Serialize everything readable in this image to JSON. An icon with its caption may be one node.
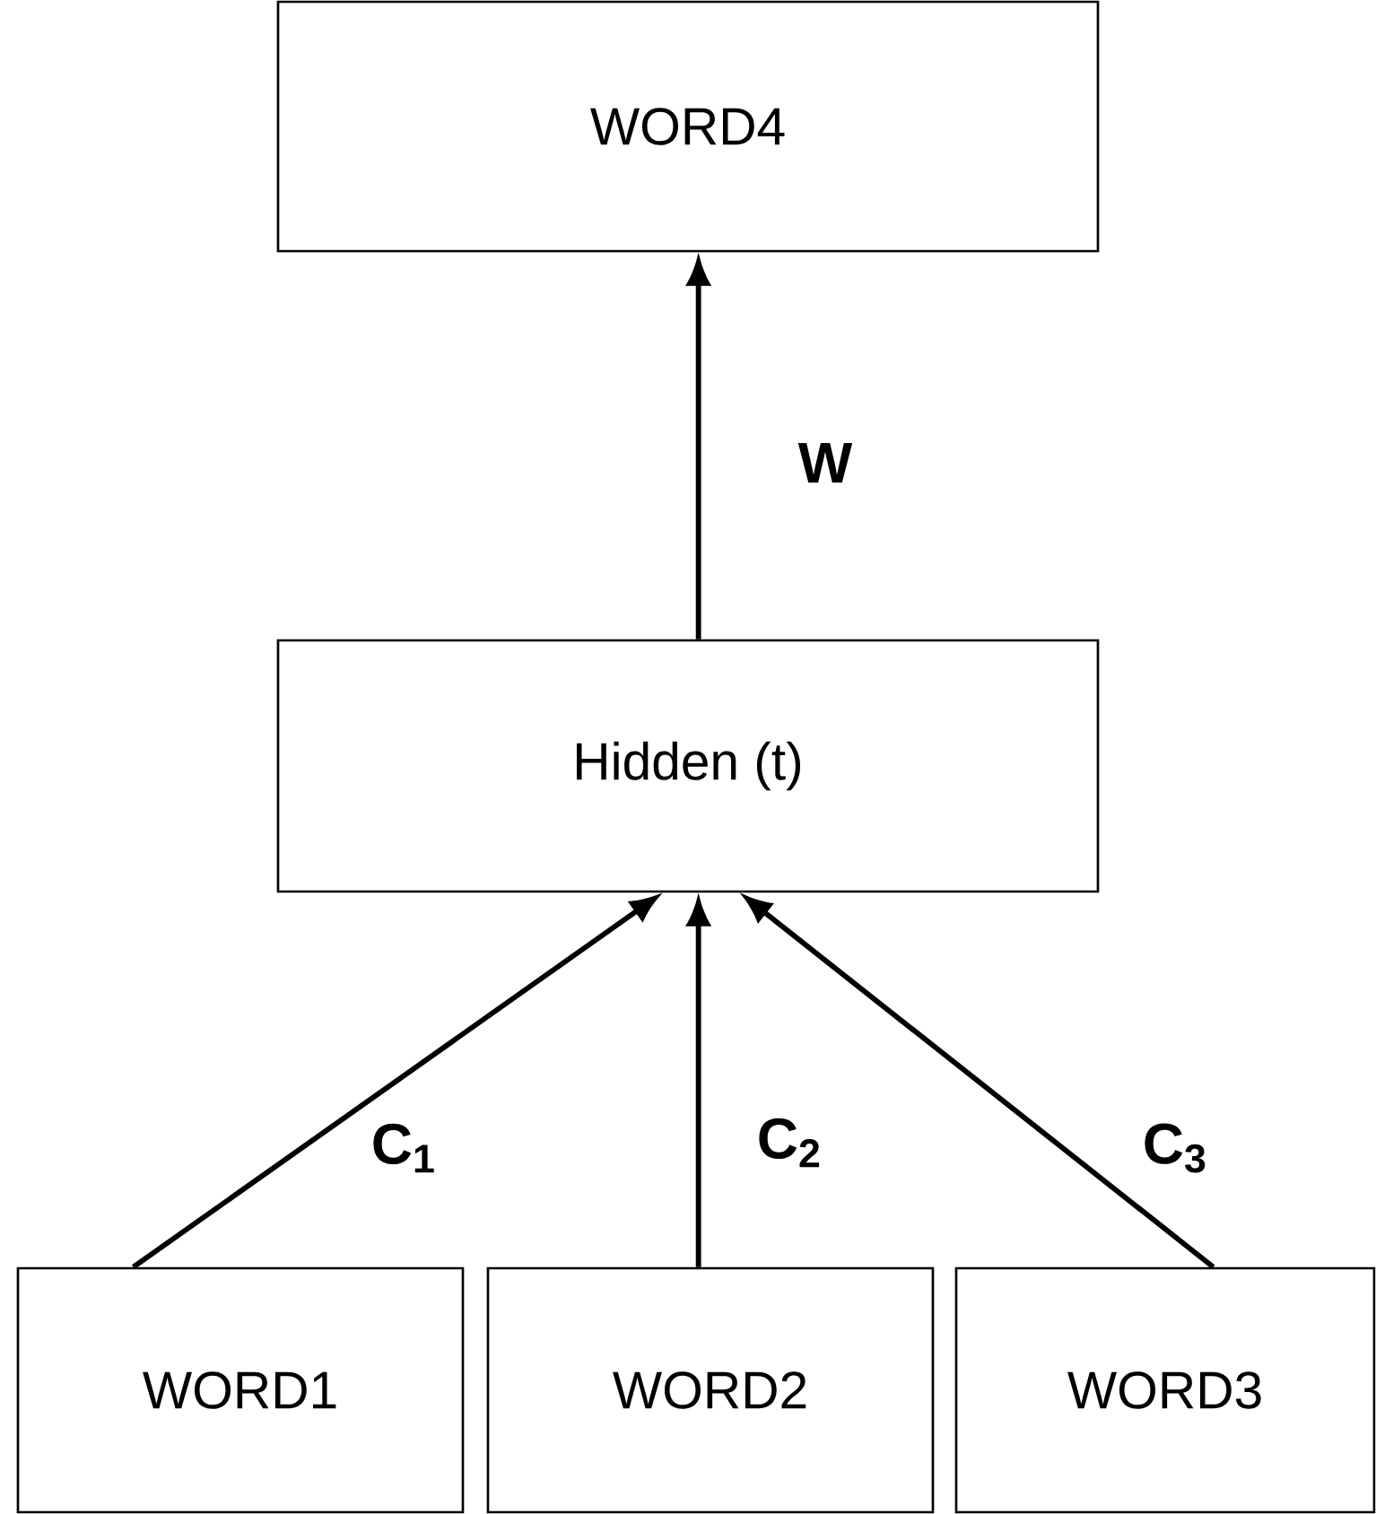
{
  "diagram": {
    "nodes": [
      {
        "text": [
          "WORD4"
        ]
      },
      {
        "text": [
          "Hidden (t)"
        ]
      },
      {
        "text": [
          "WORD1"
        ]
      },
      {
        "text": [
          "WORD2"
        ]
      },
      {
        "text": [
          "WORD3"
        ]
      }
    ],
    "edges": [
      {
        "from": 1,
        "to": 0,
        "arrow": "to",
        "label": "W"
      },
      {
        "from": 2,
        "to": 1,
        "arrow": "to",
        "label": "C$_{1}$"
      },
      {
        "from": 3,
        "to": 1,
        "arrow": "to",
        "label": "C$_{2}$"
      },
      {
        "from": 4,
        "to": 1,
        "arrow": "to",
        "label": "C$_{3}$"
      }
    ]
  }
}
